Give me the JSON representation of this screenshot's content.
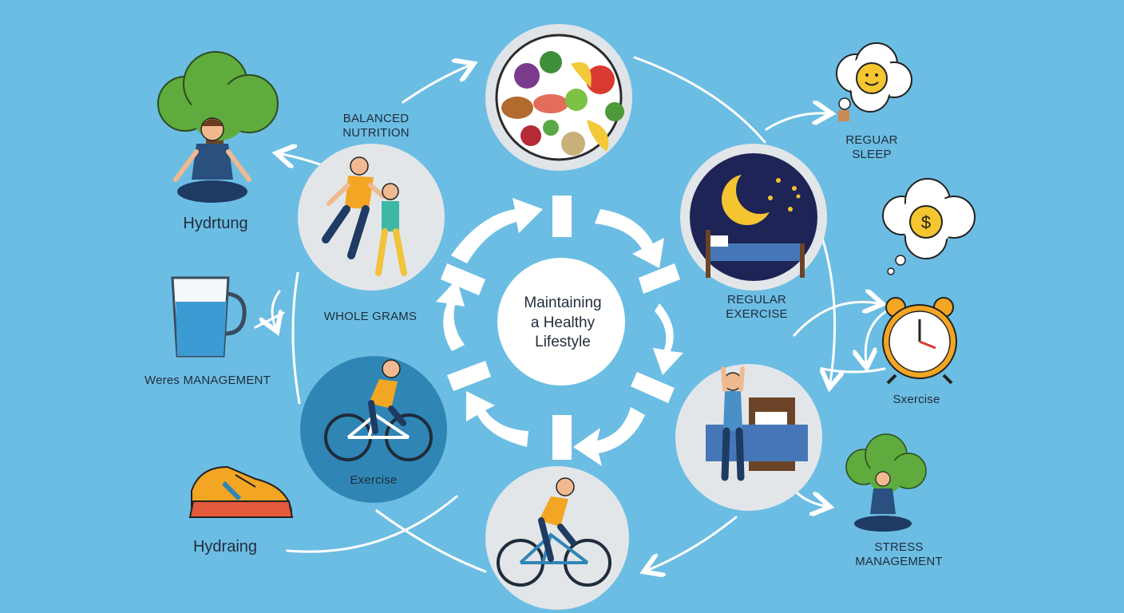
{
  "center": {
    "line1": "Maintaining",
    "line2": "a Healthy",
    "line3": "Lifestyle"
  },
  "labels": {
    "balanced_nutrition_1": "BALANCED",
    "balanced_nutrition_2": "NUTRITION",
    "regular_sleep_1": "REGUAR",
    "regular_sleep_2": "SLEEP",
    "hydrtung": "Hydrtung",
    "whole_grams": "WHOLE GRAMS",
    "regular_exercise_1": "REGULAR",
    "regular_exercise_2": "EXERCISE",
    "weres_management": "Weres MANAGEMENT",
    "sxercise": "Sxercise",
    "exercise": "Exercise",
    "hydraing": "Hydraing",
    "stress_management_1": "STRESS",
    "stress_management_2": "MANAGEMENT"
  },
  "icons": [
    "meditation-under-tree-icon",
    "food-plate-icon",
    "happy-thought-bubble-icon",
    "running-people-icon",
    "night-sleep-icon",
    "money-thought-bubble-icon",
    "water-glass-icon",
    "alarm-clock-icon",
    "cycling-icon",
    "stretching-by-bed-icon",
    "sneaker-icon",
    "meditation-small-icon"
  ],
  "colors": {
    "background": "#6cbde3",
    "circle": "#e6e9ec",
    "night": "#1f2457",
    "accent_blue": "#2f86b5",
    "arrow": "#ffffff"
  }
}
